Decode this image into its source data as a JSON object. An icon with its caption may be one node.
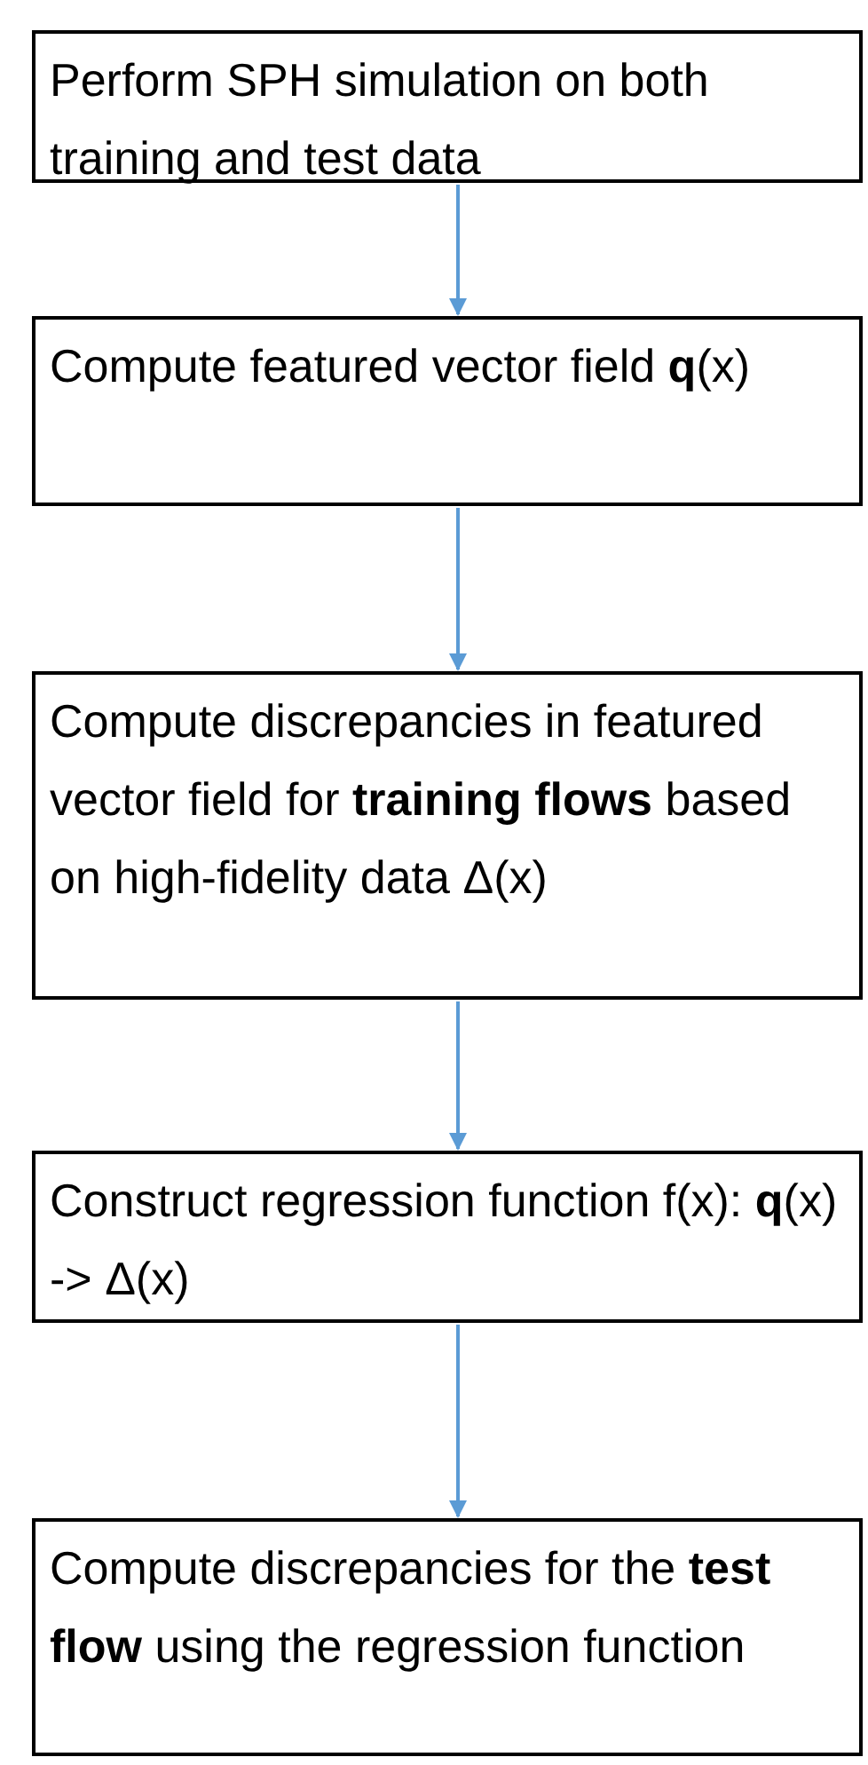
{
  "diagram": {
    "nodes": [
      {
        "text": [
          "Perform SPH simulation on both training and test data"
        ]
      },
      {
        "text": [
          "Compute featured vector field **q**(x)"
        ]
      },
      {
        "text": [
          "Compute discrepancies in featured vector field for **training flows** based on high-fidelity data Δ(x)"
        ]
      },
      {
        "text": [
          "Construct regression function f(x): **q**(x) -> Δ(x)"
        ]
      },
      {
        "text": [
          "Compute discrepancies for the **test flow** using the regression function"
        ]
      }
    ],
    "edges": [
      {
        "from": 0,
        "to": 1,
        "arrow": "to"
      },
      {
        "from": 1,
        "to": 2,
        "arrow": "to"
      },
      {
        "from": 2,
        "to": 3,
        "arrow": "to"
      },
      {
        "from": 3,
        "to": 4,
        "arrow": "to"
      }
    ]
  }
}
